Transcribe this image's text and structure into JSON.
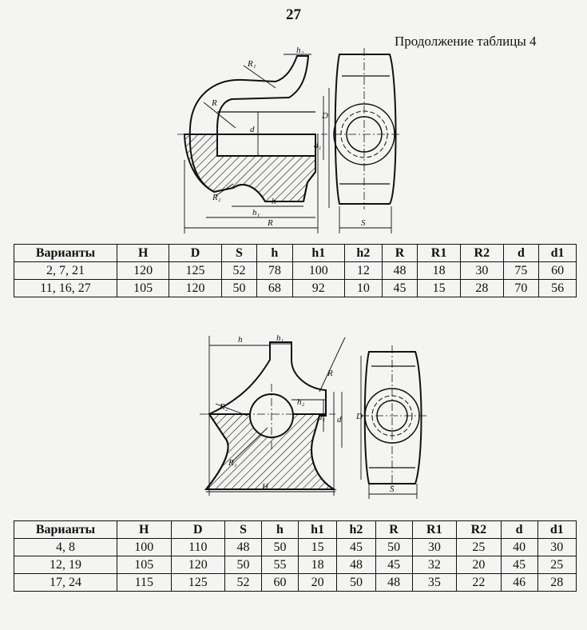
{
  "page_number": "27",
  "caption": "Продолжение таблицы 4",
  "figure1": {
    "labels": {
      "h2": "h₂",
      "R1": "R₁",
      "R": "R",
      "D": "D",
      "d": "d",
      "d1": "d₁",
      "R2": "R₂",
      "h": "h",
      "h1": "h₁",
      "Rbottom": "R",
      "S": "S"
    }
  },
  "figure2": {
    "labels": {
      "h": "h",
      "h1": "h₁",
      "R": "R",
      "R2": "R₂",
      "h2": "h₂",
      "d1": "d₁",
      "d": "d",
      "D": "D",
      "R1": "R₁",
      "H": "H",
      "S": "S"
    }
  },
  "table1": {
    "headers": [
      "Варианты",
      "H",
      "D",
      "S",
      "h",
      "h1",
      "h2",
      "R",
      "R1",
      "R2",
      "d",
      "d1"
    ],
    "rows": [
      [
        "2, 7, 21",
        "120",
        "125",
        "52",
        "78",
        "100",
        "12",
        "48",
        "18",
        "30",
        "75",
        "60"
      ],
      [
        "11, 16, 27",
        "105",
        "120",
        "50",
        "68",
        "92",
        "10",
        "45",
        "15",
        "28",
        "70",
        "56"
      ]
    ]
  },
  "table2": {
    "headers": [
      "Варианты",
      "H",
      "D",
      "S",
      "h",
      "h1",
      "h2",
      "R",
      "R1",
      "R2",
      "d",
      "d1"
    ],
    "rows": [
      [
        "4, 8",
        "100",
        "110",
        "48",
        "50",
        "15",
        "45",
        "50",
        "30",
        "25",
        "40",
        "30"
      ],
      [
        "12, 19",
        "105",
        "120",
        "50",
        "55",
        "18",
        "48",
        "45",
        "32",
        "20",
        "45",
        "25"
      ],
      [
        "17, 24",
        "115",
        "125",
        "52",
        "60",
        "20",
        "50",
        "48",
        "35",
        "22",
        "46",
        "28"
      ]
    ]
  }
}
